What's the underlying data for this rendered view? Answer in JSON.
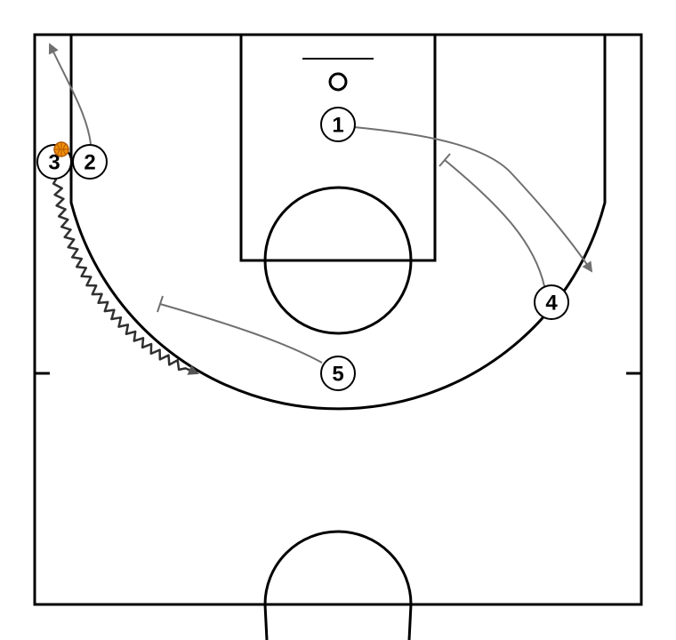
{
  "play": {
    "players": [
      {
        "id": "p1",
        "label": "1"
      },
      {
        "id": "p2",
        "label": "2"
      },
      {
        "id": "p3",
        "label": "3",
        "has_ball": true
      },
      {
        "id": "p4",
        "label": "4"
      },
      {
        "id": "p5",
        "label": "5"
      }
    ],
    "actions": [
      {
        "type": "cut",
        "from": "2"
      },
      {
        "type": "cut",
        "from": "1"
      },
      {
        "type": "screen",
        "from": "4"
      },
      {
        "type": "screen",
        "from": "5"
      },
      {
        "type": "dribble",
        "from": "3"
      }
    ]
  },
  "colors": {
    "court_lines": "#000000",
    "movement": "#707070",
    "dribble": "#303030",
    "ball": "#f0900a",
    "ball_outline": "#b35900"
  }
}
